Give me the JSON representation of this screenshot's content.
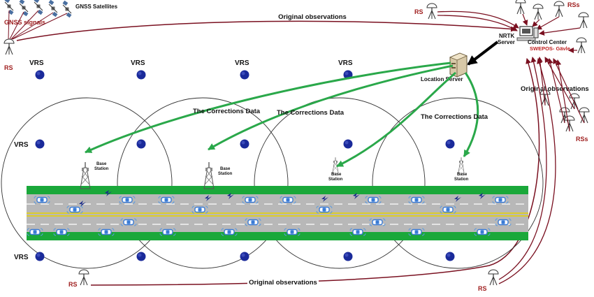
{
  "labels": {
    "gnss_satellites": "GNSS Satellites",
    "gnss_signals": "GNSS signals",
    "rs": "RS",
    "rss": "RSs",
    "vrs": "VRS",
    "original_observations": "Original observations",
    "nrtk_line1": "NRTK",
    "nrtk_line2": "Server",
    "control_center": "Control Center",
    "swepos": "SWEPOS- Gävle",
    "location_server": "Location Server",
    "corrections_data": "The Corrections Data",
    "base": "Base",
    "station": "Station"
  },
  "colors": {
    "dark_red_arrow": "#7a1020",
    "label_red": "#a02020",
    "green_arrow": "#2aa84a",
    "road_green": "#1aa83a",
    "road_gray": "#b8b8b8",
    "lane_yellow": "#e8d200",
    "vrs_dot": "#1a2a9a",
    "car_blue": "#3a7bd5"
  },
  "icons": {
    "satellite": "satellite-icon",
    "reference_station": "reference-station-icon",
    "server": "server-icon",
    "computer": "computer-icon",
    "tower": "base-station-tower-icon",
    "car": "car-icon",
    "lightning": "lightning-icon"
  }
}
